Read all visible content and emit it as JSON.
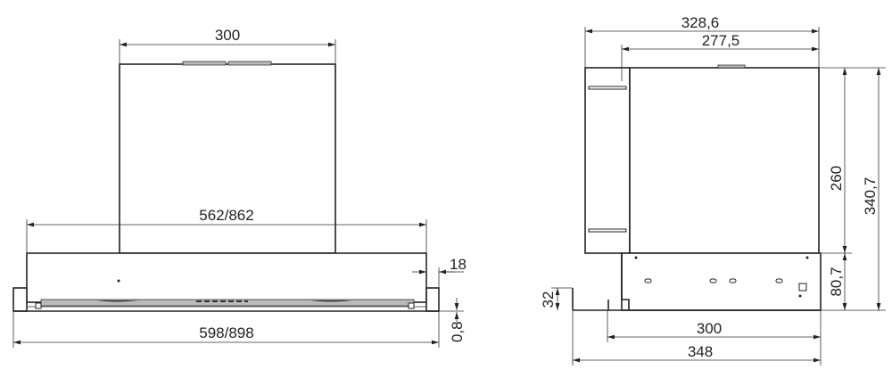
{
  "front_view": {
    "dim_top_width": "300",
    "dim_body_width": "562/862",
    "dim_overall_width": "598/898",
    "dim_side_tab": "18",
    "dim_lip": "0,8"
  },
  "side_view": {
    "dim_overall_depth": "328,6",
    "dim_chimney_depth": "277,5",
    "dim_chimney_height": "260",
    "dim_overall_height": "340,7",
    "dim_body_height": "80,7",
    "dim_front_lip": "32",
    "dim_body_depth": "300",
    "dim_extended_depth": "348"
  }
}
